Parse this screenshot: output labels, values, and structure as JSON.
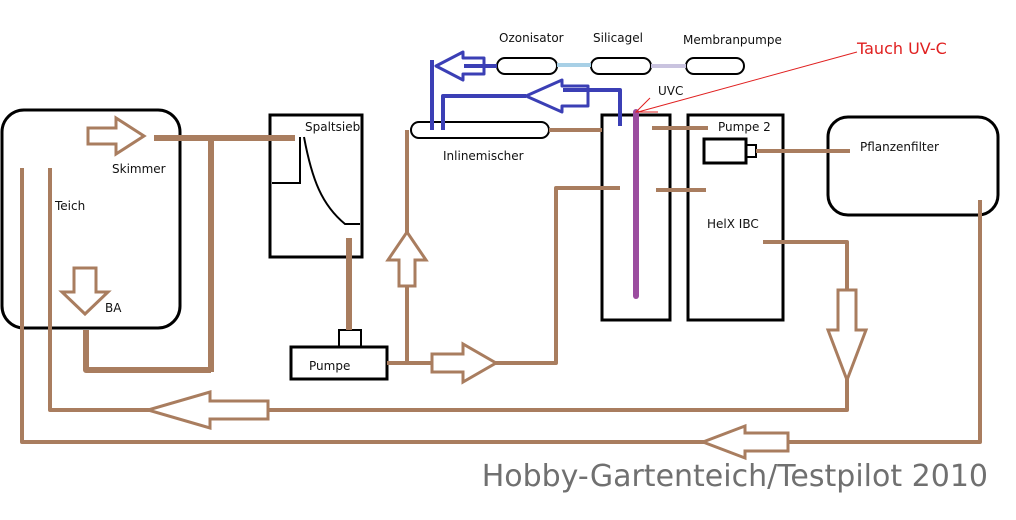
{
  "labels": {
    "ozonisator": "Ozonisator",
    "silicagel": "Silicagel",
    "membranpumpe": "Membranpumpe",
    "tauch_uvc": "Tauch UV-C",
    "uvc": "UVC",
    "spaltsieb": "Spaltsieb",
    "inlinemischer": "Inlinemischer",
    "pumpe2": "Pumpe 2",
    "pflanzenfilter": "Pflanzenfilter",
    "skimmer": "Skimmer",
    "teich": "Teich",
    "helx_ibc": "HelX IBC",
    "ba": "BA",
    "pumpe": "Pumpe"
  },
  "watermark": "Hobby-Gartenteich/Testpilot 2010",
  "colors": {
    "water_pipe": "#a97d5f",
    "ozone_pipe": "#3b3fb5",
    "uv_lamp": "#9b4d9f",
    "annotation": "#e02020",
    "outline": "#000000",
    "silicagel_link": "#a8d0e6",
    "membran_link": "#c9c3df",
    "watermark": "#707070"
  }
}
